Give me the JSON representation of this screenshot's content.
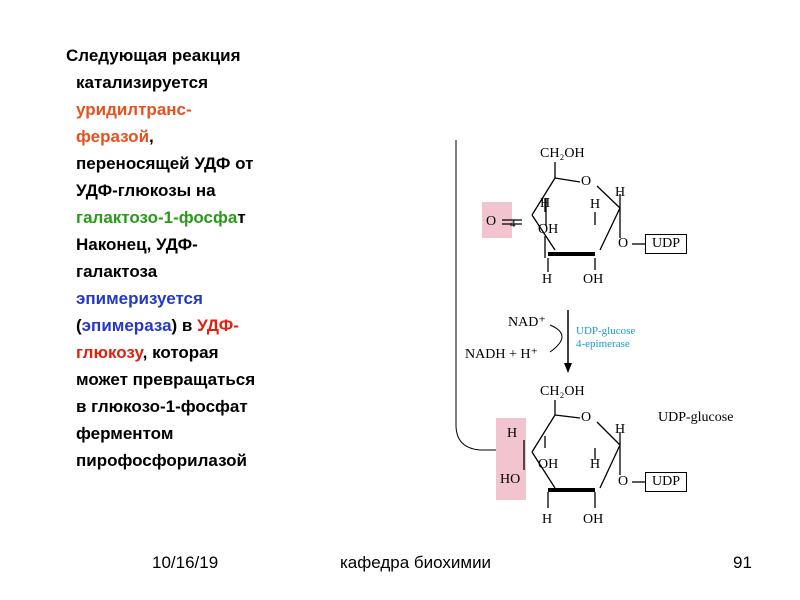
{
  "slide": {
    "text_segments": [
      {
        "text": "Следующая реакция",
        "color": "black",
        "line": 0
      },
      {
        "text": "катализируется",
        "color": "black",
        "line": 1
      },
      {
        "text": "уридилтранс-",
        "color": "orange",
        "line": 2
      },
      {
        "text": "феразой",
        "color": "orange",
        "line": 3
      },
      {
        "text": ",",
        "color": "black",
        "line": 3
      },
      {
        "text": "переносящей УДФ от",
        "color": "black",
        "line": 4
      },
      {
        "text": "УДФ-глюкозы на",
        "color": "black",
        "line": 5
      },
      {
        "text": "галактозо-1-фосфа",
        "color": "green",
        "line": 6
      },
      {
        "text": "т",
        "color": "black",
        "line": 6
      },
      {
        "text": "Наконец, УДФ-",
        "color": "black",
        "line": 7
      },
      {
        "text": "галактоза",
        "color": "black",
        "line": 8
      },
      {
        "text": "эпимеризуется",
        "color": "blue",
        "line": 9
      },
      {
        "text": "(",
        "color": "black",
        "line": 10
      },
      {
        "text": "эпимераза",
        "color": "blue",
        "line": 10
      },
      {
        "text": ") в ",
        "color": "black",
        "line": 10
      },
      {
        "text": "УДФ-",
        "color": "red",
        "line": 10
      },
      {
        "text": "глюкозу",
        "color": "red",
        "line": 11
      },
      {
        "text": ", которая",
        "color": "black",
        "line": 11
      },
      {
        "text": "может превращаться",
        "color": "black",
        "line": 12
      },
      {
        "text": "в глюкозо-1-фосфат",
        "color": "black",
        "line": 13
      },
      {
        "text": "ферментом",
        "color": "black",
        "line": 14
      },
      {
        "text": "пирофосфорилазой",
        "color": "black",
        "line": 15
      }
    ],
    "colors": {
      "orange": "#e8501e",
      "green": "#2a9a1a",
      "blue": "#2438c8",
      "red": "#e02010",
      "highlight": "#f2c4d0"
    }
  },
  "diagram": {
    "top_ring": {
      "ch2oh": "CH₂OH",
      "ring_o": "O",
      "h_right": "H",
      "o_left": "O",
      "eq": "=",
      "c4": "4",
      "h_c4": "H",
      "oh_c3": "OH",
      "h_c2": "H",
      "o_udp": "O",
      "udp": "UDP",
      "h_c3": "H",
      "oh_c2": "OH"
    },
    "reaction": {
      "nad": "NAD⁺",
      "nadh": "NADH + H⁺",
      "enzyme_line1": "UDP-glucose",
      "enzyme_line2": "4-epimerase"
    },
    "bottom_ring": {
      "ch2oh": "CH₂OH",
      "ring_o": "O",
      "h_right": "H",
      "h_c4": "H",
      "ho_c4": "HO",
      "oh_c3": "OH",
      "h_c2": "H",
      "o_udp": "O",
      "udp": "UDP",
      "h_c3": "H",
      "oh_c2": "OH",
      "label": "UDP-glucose"
    }
  },
  "footer": {
    "date": "10/16/19",
    "department": "кафедра биохимии",
    "page": "91"
  }
}
